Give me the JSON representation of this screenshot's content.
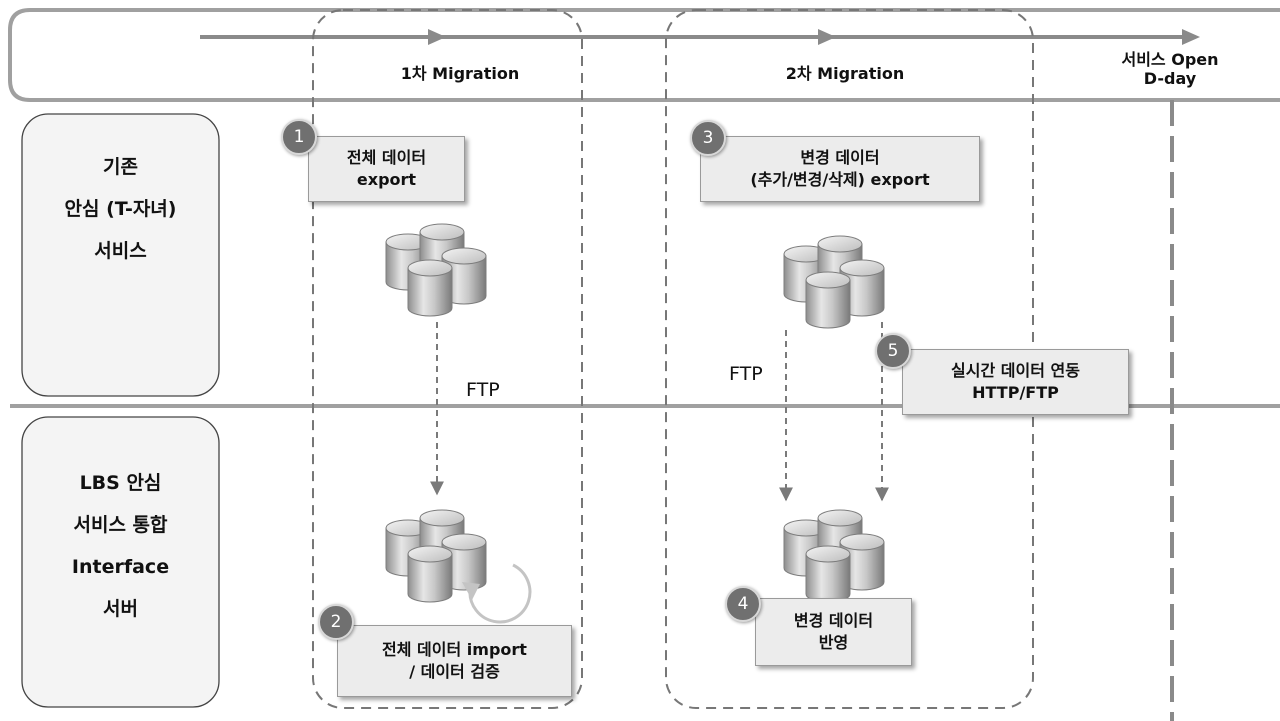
{
  "timeline": {
    "phase1": "1차 Migration",
    "phase2": "2차 Migration",
    "open_line1": "서비스 Open",
    "open_line2": "D-day"
  },
  "lanes": {
    "top": [
      "기존",
      "안심 (T-자녀)",
      "서비스"
    ],
    "bottom": [
      "LBS 안심",
      "서비스 통합",
      "Interface",
      "서버"
    ]
  },
  "steps": [
    {
      "num": "1",
      "lines": [
        "전체 데이터",
        "export"
      ]
    },
    {
      "num": "2",
      "lines": [
        "전체 데이터 import",
        "/ 데이터 검증"
      ]
    },
    {
      "num": "3",
      "lines": [
        "변경 데이터",
        "(추가/변경/삭제) export"
      ]
    },
    {
      "num": "4",
      "lines": [
        "변경 데이터",
        "반영"
      ]
    },
    {
      "num": "5",
      "lines": [
        "실시간 데이터 연동",
        "HTTP/FTP"
      ]
    }
  ],
  "transfers": {
    "ftp1": "FTP",
    "ftp2": "FTP"
  },
  "colors": {
    "line": "#8a8a8a",
    "dash": "#7a7a7a",
    "box": "#ececec",
    "badge": "#707070"
  }
}
